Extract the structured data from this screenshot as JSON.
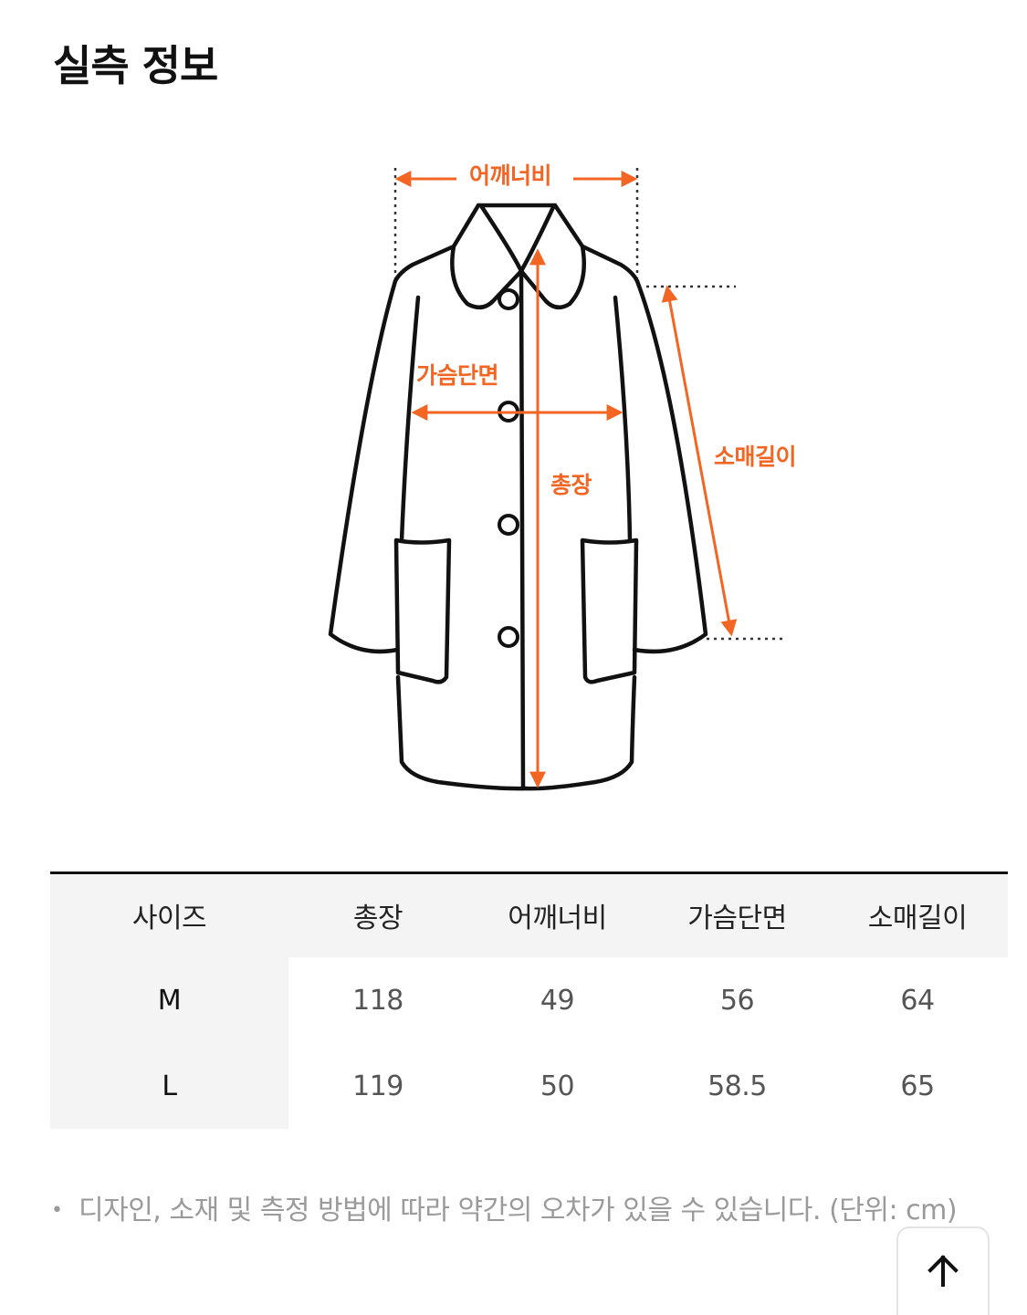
{
  "header": {
    "title": "실측 정보"
  },
  "diagram": {
    "labels": {
      "shoulder": "어깨너비",
      "chest": "가슴단면",
      "total_length": "총장",
      "sleeve": "소매길이"
    },
    "accent_color": "#f26522",
    "line_color": "#111111"
  },
  "table": {
    "headers": [
      "사이즈",
      "총장",
      "어깨너비",
      "가슴단면",
      "소매길이"
    ],
    "rows": [
      {
        "size": "M",
        "values": [
          "118",
          "49",
          "56",
          "64"
        ]
      },
      {
        "size": "L",
        "values": [
          "119",
          "50",
          "58.5",
          "65"
        ]
      }
    ]
  },
  "note": {
    "bullet": "•",
    "text": "디자인, 소재 및 측정 방법에 따라 약간의 오차가 있을 수 있습니다. (단위: cm)"
  },
  "scroll_top": {
    "icon": "arrow-up-icon"
  }
}
